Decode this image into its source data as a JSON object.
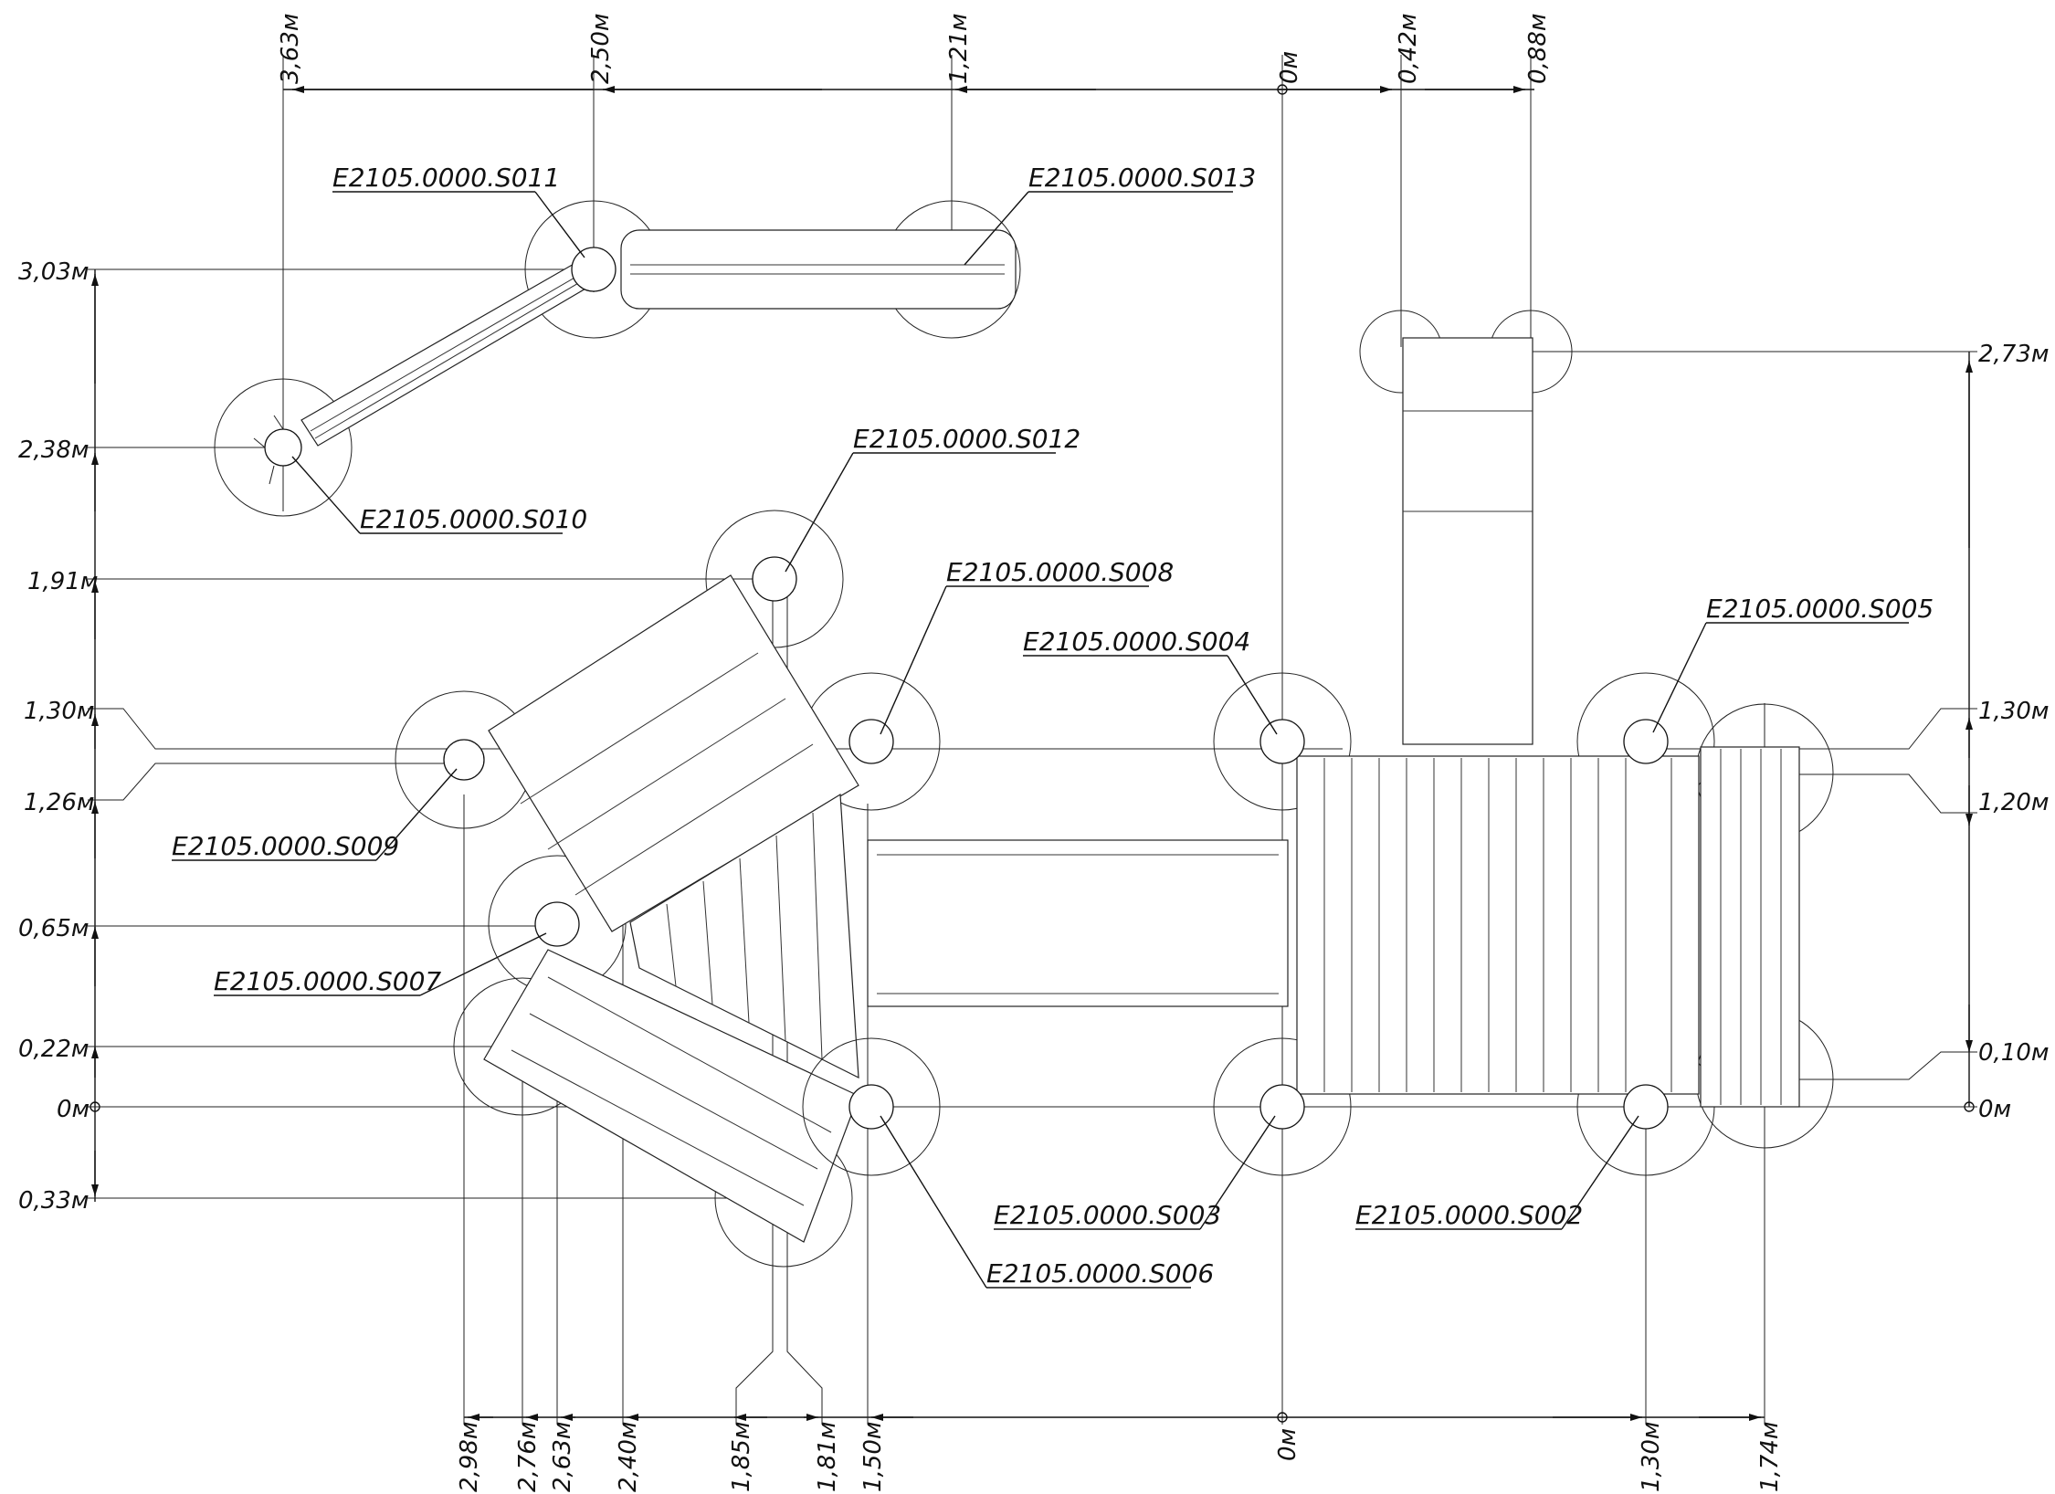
{
  "top_dims": [
    "3,63м",
    "2,50м",
    "1,21м",
    "0м",
    "0,42м",
    "0,88м"
  ],
  "bottom_dims": [
    "2,98м",
    "2,76м",
    "2,63м",
    "2,40м",
    "1,85м",
    "1,81м",
    "1,50м",
    "0м",
    "1,30м",
    "1,74м"
  ],
  "left_dims": [
    "3,03м",
    "2,38м",
    "1,91м",
    "1,30м",
    "1,26м",
    "0,65м",
    "0,22м",
    "0м",
    "0,33м"
  ],
  "right_dims": [
    "2,73м",
    "1,30м",
    "1,20м",
    "0,10м",
    "0м"
  ],
  "labels": [
    "E2105.0000.S011",
    "E2105.0000.S013",
    "E2105.0000.S010",
    "E2105.0000.S012",
    "E2105.0000.S008",
    "E2105.0000.S004",
    "E2105.0000.S005",
    "E2105.0000.S009",
    "E2105.0000.S007",
    "E2105.0000.S003",
    "E2105.0000.S002",
    "E2105.0000.S006"
  ]
}
